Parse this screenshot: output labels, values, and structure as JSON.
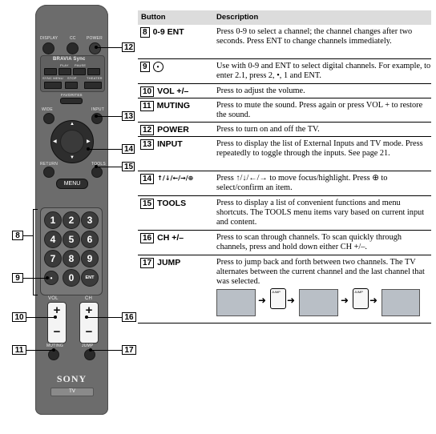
{
  "remote": {
    "top_buttons": [
      "DISPLAY",
      "CC",
      "POWER"
    ],
    "bravia_sync": "BRAVIA Sync",
    "sync_labels": [
      "PLAY",
      "PAUSE"
    ],
    "sync_row2": [
      "SYNC MENU",
      "STOP",
      "THEATER"
    ],
    "favorites": "FAVORITES",
    "wide": "WIDE",
    "input": "INPUT",
    "return": "RETURN",
    "tools": "TOOLS",
    "menu": "MENU",
    "numpad": [
      "1",
      "2",
      "3",
      "4",
      "5",
      "6",
      "7",
      "8",
      "9"
    ],
    "zero": "0",
    "ent": "ENT",
    "vol": "VOL",
    "ch": "CH",
    "plus": "+",
    "minus": "−",
    "muting": "MUTING",
    "jump": "JUMP",
    "brand": "SONY",
    "tv_badge": "TV"
  },
  "callouts": [
    "12",
    "13",
    "14",
    "15",
    "8",
    "9",
    "10",
    "16",
    "11",
    "17"
  ],
  "table": {
    "header_button": "Button",
    "header_desc": "Description",
    "rows": [
      {
        "num": "8",
        "button": "0-9 ENT",
        "desc": "Press 0-9 to select a channel; the channel changes after two seconds. Press ENT to change channels immediately."
      },
      {
        "num": "9",
        "button": "",
        "desc": "Use with 0-9 and ENT to select digital channels. For example, to enter 2.1, press 2, •, 1 and ENT."
      },
      {
        "num": "10",
        "button": "VOL +/–",
        "desc": "Press to adjust the volume."
      },
      {
        "num": "11",
        "button": "MUTING",
        "desc": "Press to mute the sound. Press again or press VOL + to restore the sound."
      },
      {
        "num": "12",
        "button": "POWER",
        "desc": "Press to turn on and off the TV."
      },
      {
        "num": "13",
        "button": "INPUT",
        "desc": "Press to display the list of External Inputs and TV mode. Press repeatedly to toggle through the inputs. See page 21."
      },
      {
        "num": "14",
        "button": "",
        "desc": "Press ↑/↓/←/→ to move focus/highlight. Press ⊕ to select/confirm an item."
      },
      {
        "num": "15",
        "button": "TOOLS",
        "desc": "Press to display a list of convenient functions and menu shortcuts. The TOOLS menu items vary based on current input and content."
      },
      {
        "num": "16",
        "button": "CH +/–",
        "desc": "Press to scan through channels. To scan quickly through channels, press and hold down either CH +/–."
      },
      {
        "num": "17",
        "button": "JUMP",
        "desc": "Press to jump back and forth between two channels. The TV alternates between the current channel and the last channel that was selected."
      }
    ],
    "jump_icon_label": "JUMP"
  }
}
